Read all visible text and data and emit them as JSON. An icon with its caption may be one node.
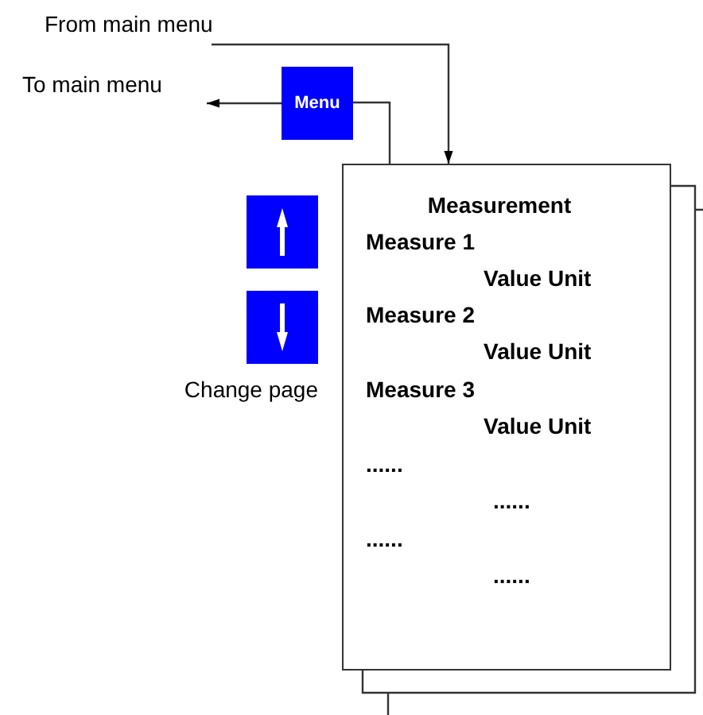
{
  "diagram": {
    "nodes": [
      {
        "text": [
          "From main menu"
        ]
      },
      {
        "text": [
          "To main menu"
        ]
      },
      {
        "text": [
          "Menu"
        ]
      },
      {
        "text": [],
        "shape": "box"
      },
      {
        "text": [],
        "shape": "box"
      },
      {
        "text": [
          "Measurement",
          "Measure 1",
          "Value Unit",
          "Measure 2",
          "Value Unit",
          "Measure 3",
          "Value Unit",
          "......",
          "......",
          "......",
          "......"
        ]
      }
    ],
    "edges": [
      {
        "from": 0,
        "to": 5,
        "arrow": "to"
      },
      {
        "from": 2,
        "to": 1,
        "arrow": "to"
      },
      {
        "from": 2,
        "to": 5,
        "arrow": "none"
      }
    ],
    "labels": [
      "Change page"
    ]
  }
}
